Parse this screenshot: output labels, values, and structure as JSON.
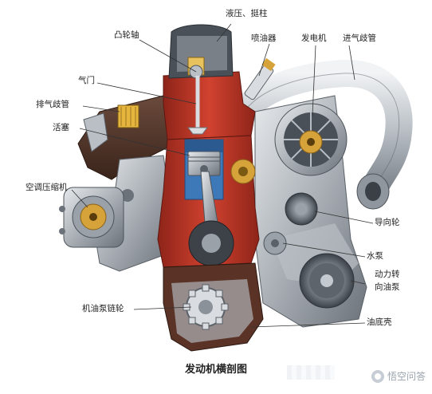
{
  "diagram": {
    "caption": "发动机横剖图",
    "labels": {
      "hydraulic_tappet": "液压、挺柱",
      "camshaft": "凸轮轴",
      "injector": "喷油器",
      "alternator": "发电机",
      "intake_manifold": "进气歧管",
      "valve": "气门",
      "exhaust_manifold": "排气歧管",
      "piston": "活塞",
      "ac_compressor": "空调压缩机",
      "idler_pulley": "导向轮",
      "water_pump": "水泵",
      "power_steering_pump_1": "动力转",
      "power_steering_pump_2": "向油泵",
      "oil_pump_sprocket": "机油泵链轮",
      "oil_pan": "油底壳"
    }
  },
  "watermark": {
    "text": "悟空问答"
  },
  "colors": {
    "block_red": "#c9372c",
    "block_dark": "#7a1f17",
    "metal_gray": "#a7adb3",
    "metal_dark": "#5b6168",
    "metal_light": "#d9dde1",
    "blue_chamber": "#3d78b8",
    "brass": "#d6a23a",
    "exhaust_brown": "#7b3b22"
  }
}
